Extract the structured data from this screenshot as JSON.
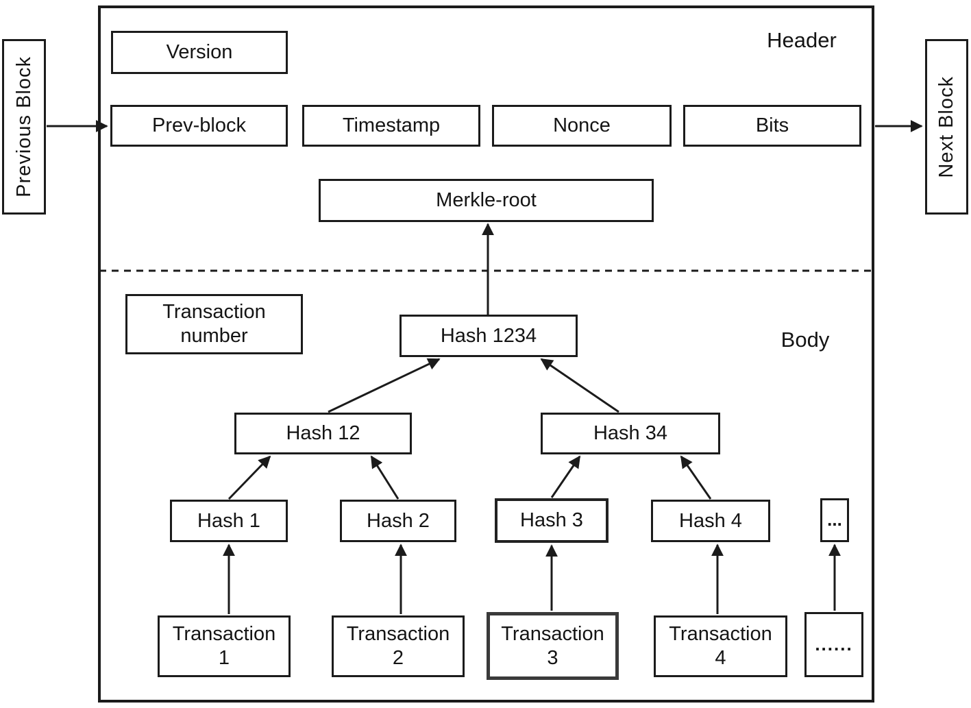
{
  "diagram": {
    "outer_block": {
      "header_label": "Header",
      "body_label": "Body"
    },
    "external": {
      "previous_block": "Previous Block",
      "next_block": "Next Block"
    },
    "header_fields": {
      "version": "Version",
      "prev_block": "Prev-block",
      "timestamp": "Timestamp",
      "nonce": "Nonce",
      "bits": "Bits",
      "merkle_root": "Merkle-root"
    },
    "body": {
      "transaction_number": {
        "line1": "Transaction",
        "line2": "number"
      },
      "hash_1234": "Hash 1234",
      "hash_12": "Hash 12",
      "hash_34": "Hash 34",
      "leaf_hashes": [
        "Hash 1",
        "Hash 2",
        "Hash 3",
        "Hash 4"
      ],
      "hash_ellipsis": "...",
      "transactions": [
        {
          "line1": "Transaction",
          "line2": "1"
        },
        {
          "line1": "Transaction",
          "line2": "2"
        },
        {
          "line1": "Transaction",
          "line2": "3"
        },
        {
          "line1": "Transaction",
          "line2": "4"
        }
      ],
      "transaction_ellipsis": "......"
    },
    "colors": {
      "line": "#1b1b1b",
      "background": "#ffffff"
    }
  }
}
